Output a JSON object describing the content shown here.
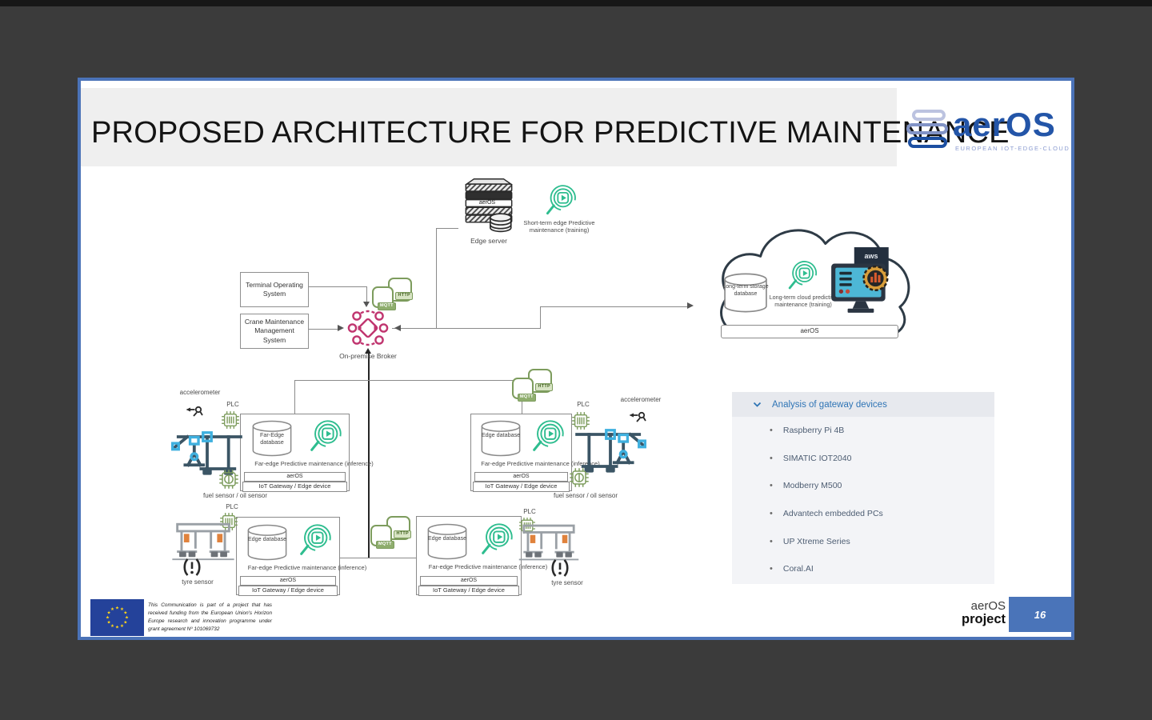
{
  "header": {
    "title": "PROPOSED ARCHITECTURE FOR PREDICTIVE MAINTENANCE",
    "logo": {
      "name": "aerOS",
      "tagline": "EUROPEAN IOT-EDGE-CLOUD"
    }
  },
  "diagram": {
    "edge_server": {
      "os": "aerOS",
      "label": "Edge server"
    },
    "short_term_ml": "Short-term edge Predictive maintenance (training)",
    "systems": {
      "tos": "Terminal Operating System",
      "cmms": "Crane Maintenance Management System"
    },
    "broker": "On-premise Broker",
    "protocols": {
      "http": "HTTP",
      "mqtt": "MQTT"
    },
    "cloud": {
      "database": "Long-term storage database",
      "ml": "Long-term cloud predictive maintenance (training)",
      "os": "aerOS",
      "aws": "aws"
    },
    "gateways": [
      {
        "db": "Far-Edge database",
        "ml": "Far-edge Predictive maintenance (inference)",
        "os": "aerOS",
        "device": "IoT Gateway / Edge device"
      },
      {
        "db": "Edge database",
        "ml": "Far-edge Predictive maintenance (inference)",
        "os": "aerOS",
        "device": "IoT Gateway / Edge device"
      },
      {
        "db": "Edge database",
        "ml": "Far-edge Predictive maintenance (inference)",
        "os": "aerOS",
        "device": "IoT Gateway / Edge device"
      },
      {
        "db": "Edge database",
        "ml": "Far-edge Predictive maintenance (inference)",
        "os": "aerOS",
        "device": "IoT Gateway / Edge device"
      }
    ],
    "sensor_labels": {
      "accelerometer": "accelerometer",
      "plc": "PLC",
      "fuel": "fuel sensor / oil sensor",
      "tyre": "tyre sensor"
    }
  },
  "panel": {
    "title": "Analysis of gateway devices",
    "items": [
      "Raspberry Pi 4B",
      "SIMATIC IOT2040",
      "Modberry M500",
      "Advantech embedded PCs",
      "UP Xtreme Series",
      "Coral.AI"
    ]
  },
  "footer": {
    "disclaimer": "This Communication is part of a project that has received funding from the European Union's Horizon Europe research and innovation programme under grant agreement Nº 101069732",
    "brand_top": "aerOS",
    "brand_bottom": "project",
    "page_number": "16"
  },
  "colors": {
    "slide_border": "#4b73b8",
    "title_bar": "#efefef",
    "teal": "#2ebd8f",
    "magenta": "#c0356f",
    "olive": "#7d9c5d",
    "panel_title": "#2e74b5",
    "page_box": "#4a74b9"
  }
}
